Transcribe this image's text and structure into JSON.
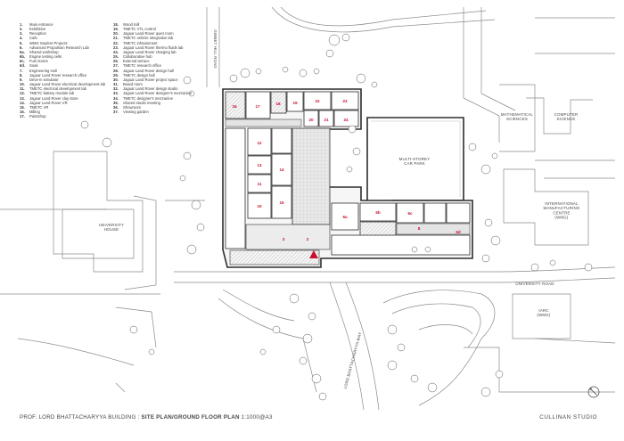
{
  "legend_col1": [
    {
      "n": "1.",
      "t": "Main entrance"
    },
    {
      "n": "2.",
      "t": "Exhibition"
    },
    {
      "n": "3.",
      "t": "Reception"
    },
    {
      "n": "4.",
      "t": "Cafe"
    },
    {
      "n": "5.",
      "t": "WMG Student Projects"
    },
    {
      "n": "6.",
      "t": "Advanced Propulsion Research Lab"
    },
    {
      "n": "6a.",
      "t": "Shared workshop"
    },
    {
      "n": "6b.",
      "t": "Engine testing cells"
    },
    {
      "n": "6c.",
      "t": "Fuel stores"
    },
    {
      "n": "6d.",
      "t": "Soak"
    },
    {
      "n": "7.",
      "t": "Engineering Hall"
    },
    {
      "n": "8.",
      "t": "Jaguar Land Rover research office"
    },
    {
      "n": "9.",
      "t": "Drive-in simulator"
    },
    {
      "n": "10.",
      "t": "Jaguar Land Rover electrical development lab"
    },
    {
      "n": "11.",
      "t": "TMETC electrical development lab"
    },
    {
      "n": "12.",
      "t": "TMETC battery module lab"
    },
    {
      "n": "13.",
      "t": "Jaguar Land Rover clay store"
    },
    {
      "n": "14.",
      "t": "Jaguar Land Rover VR"
    },
    {
      "n": "15.",
      "t": "TMETC VR"
    },
    {
      "n": "16.",
      "t": "Milling"
    },
    {
      "n": "17.",
      "t": "Paintshop"
    }
  ],
  "legend_col2": [
    {
      "n": "18.",
      "t": "Wood mill"
    },
    {
      "n": "19.",
      "t": "TMETC VTL control"
    },
    {
      "n": "20.",
      "t": "Jaguar Land Rover quiet room"
    },
    {
      "n": "21.",
      "t": "TMETC vehicle integration lab"
    },
    {
      "n": "22.",
      "t": "TMETC infotainment"
    },
    {
      "n": "23.",
      "t": "Jaguar Land Rover thermo fluids lab"
    },
    {
      "n": "24.",
      "t": "Jaguar Land Rover charging lab"
    },
    {
      "n": "25.",
      "t": "Collaborative hub"
    },
    {
      "n": "26.",
      "t": "External terrace"
    },
    {
      "n": "27.",
      "t": "TMETC research office"
    },
    {
      "n": "28.",
      "t": "Jaguar Land Rover design hall"
    },
    {
      "n": "29.",
      "t": "TMETC design hall"
    },
    {
      "n": "30.",
      "t": "Jaguar Land Rover project space"
    },
    {
      "n": "31.",
      "t": "Board room"
    },
    {
      "n": "32.",
      "t": "Jaguar Land Rover design studio"
    },
    {
      "n": "33.",
      "t": "Jaguar Land Rover designer's mezzanine"
    },
    {
      "n": "34.",
      "t": "TMETC designer's mezzanine"
    },
    {
      "n": "35.",
      "t": "Shared studio meeting"
    },
    {
      "n": "36.",
      "t": "Showroom"
    },
    {
      "n": "37.",
      "t": "Viewing garden"
    }
  ],
  "map_labels": {
    "gibbet_road": "GIBBET HILL ROAD",
    "car_park": "MULTI-STOREY\nCAR PARK",
    "math": "MATHEMATICAL\nSCIENCES",
    "computer": "COMPUTER\nSCIENCE",
    "imc": "INTERNATIONAL\nMANUFACTURING\nCENTRE\n(WMG)",
    "univ_house": "UNIVERSITY\nHOUSE",
    "univ_road": "UNIVERSITY ROAD",
    "iarc": "IARC\n(WMG)",
    "lord_road": "LORD BHATTACHARYYA WAY"
  },
  "room_numbers": [
    "16",
    "17",
    "18",
    "19",
    "22",
    "23",
    "20",
    "21",
    "24",
    "12",
    "13",
    "11",
    "14",
    "10",
    "15",
    "6a",
    "6b",
    "6c",
    "6d",
    "8",
    "3",
    "2",
    "1"
  ],
  "footer": {
    "project": "PROF. LORD BHATTACHARYYA BUILDING",
    "separator": " : ",
    "plan": "SITE PLAN/GROUND FLOOR PLAN",
    "scale": " 1:1000@A3",
    "studio": "CULLINAN STUDIO"
  },
  "colors": {
    "road_line": "#8a8a8a",
    "building": "#2d2d2d",
    "hatch": "#bdbdbd",
    "room_number": "#c8102e",
    "tree": "#555555"
  }
}
